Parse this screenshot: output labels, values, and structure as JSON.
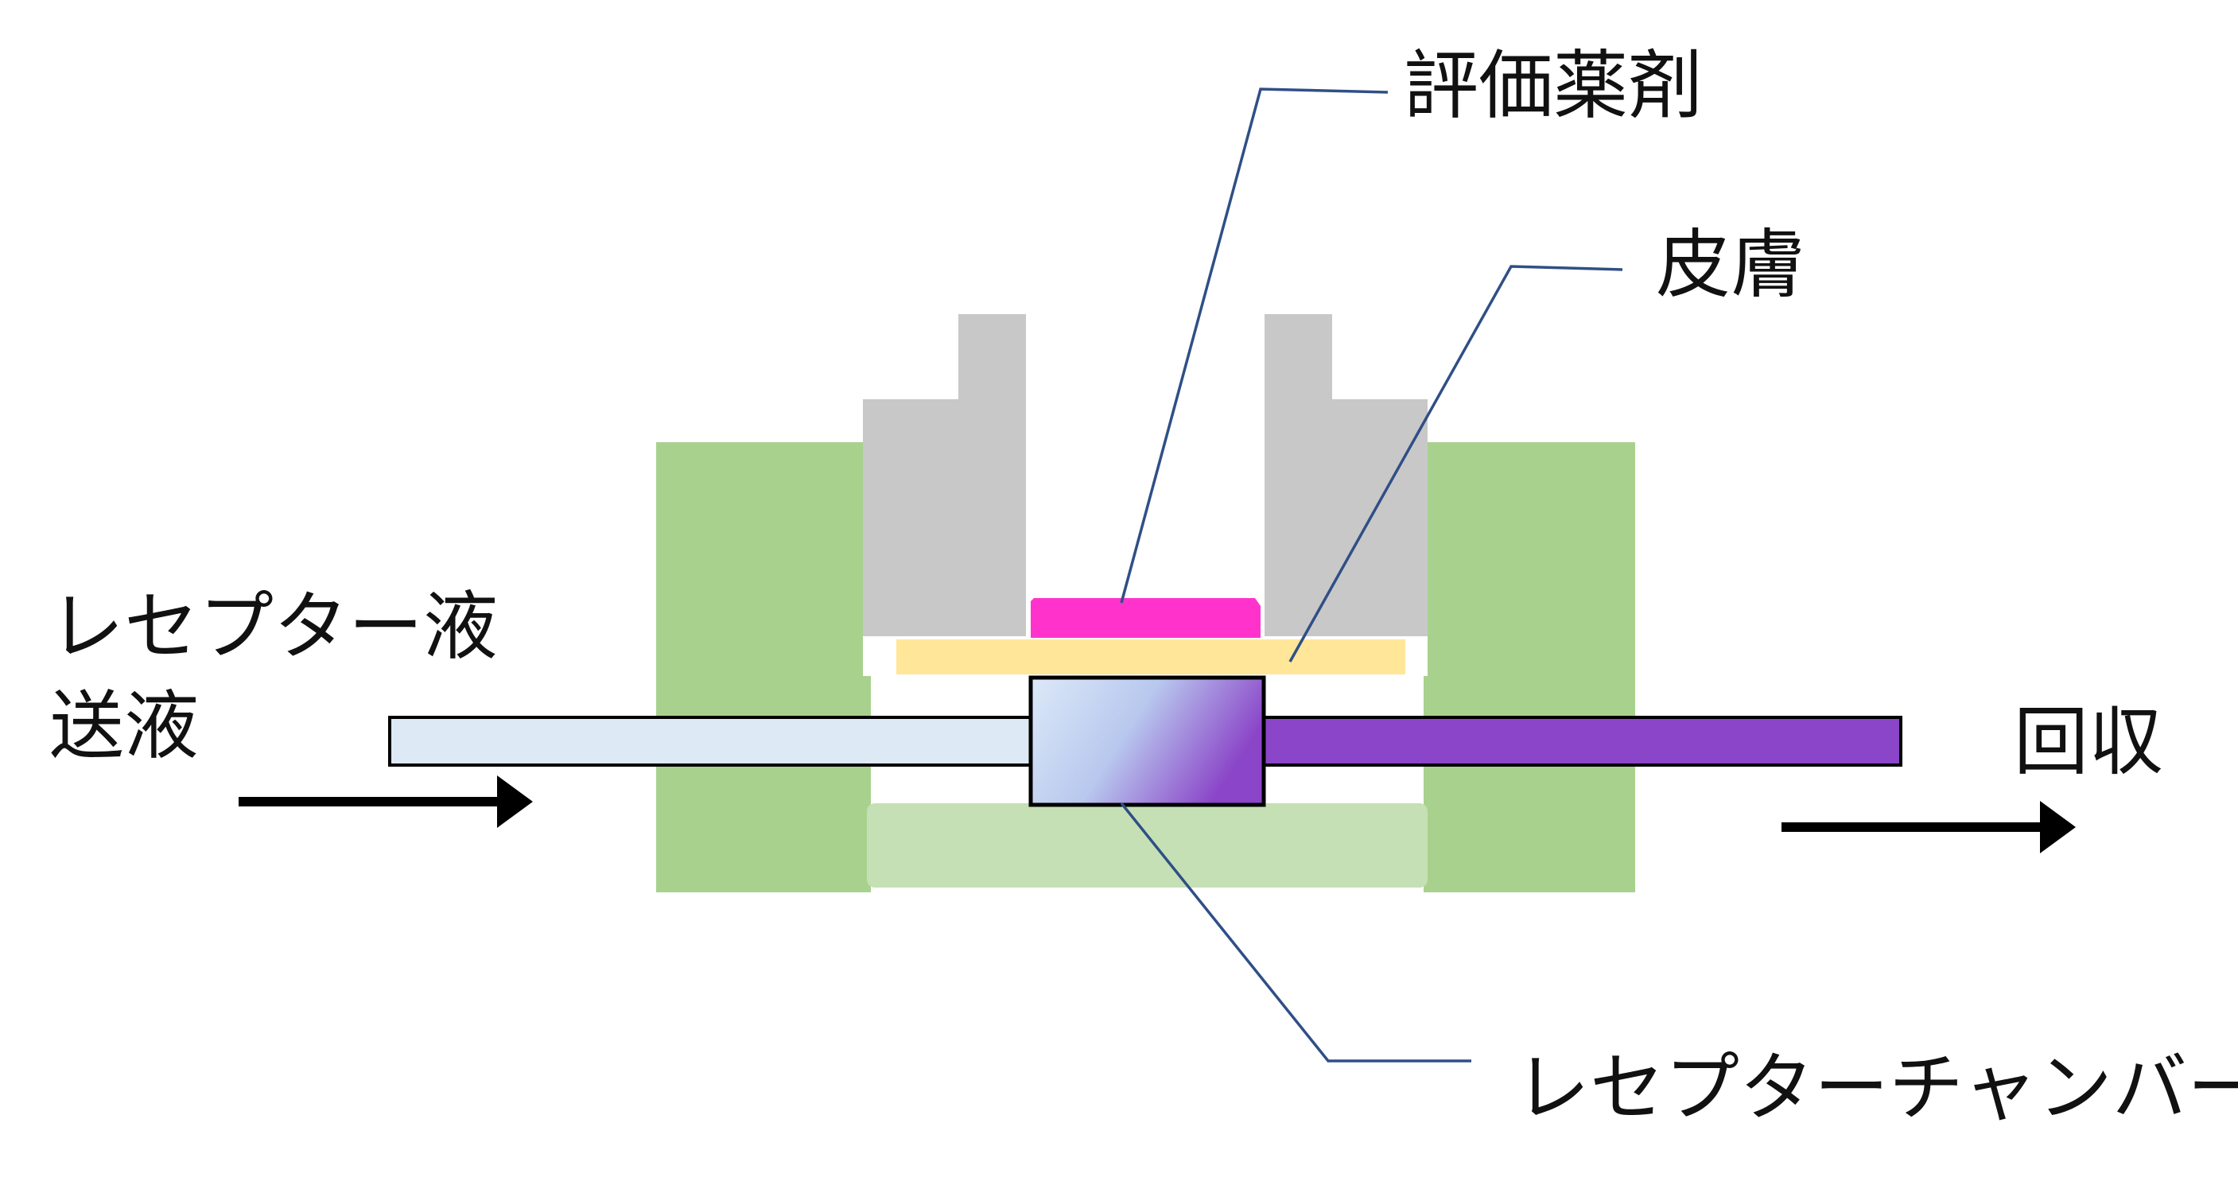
{
  "labels": {
    "drug": "評価薬剤",
    "skin": "皮膚",
    "receptor_liquid_line1": "レセプター液",
    "receptor_liquid_line2": "送液",
    "collection": "回収",
    "receptor_chamber": "レセプターチャンバー"
  },
  "colors": {
    "holder_green": "#a9d18e",
    "holder_green_light": "#c5e0b4",
    "clamp_gray": "#c8c8c8",
    "drug_magenta": "#ff33cc",
    "skin_yellow": "#ffe699",
    "inlet_tube": "#dde9f5",
    "outlet_tube": "#8b45c8",
    "chamber_start": "#dce9f8",
    "chamber_mid": "#b8c8ee",
    "chamber_end": "#8b45c8",
    "leader_line": "#2f4f86",
    "arrow": "#000000"
  }
}
